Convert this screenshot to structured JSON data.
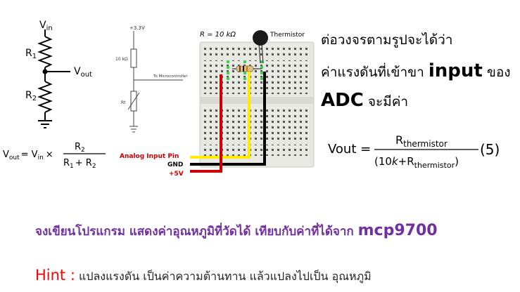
{
  "divider": {
    "vin_label": "V",
    "vin_sub": "in",
    "r1_label": "R",
    "r1_sub": "1",
    "r2_label": "R",
    "r2_sub": "2",
    "vout_label": "V",
    "vout_sub": "out",
    "eq_lhs": "V",
    "eq_lhs_sub": "out",
    "eq_mid": "= V",
    "eq_mid_sub": "in",
    "eq_times": "×",
    "eq_num": "R",
    "eq_num_sub": "2",
    "eq_den_a": "R",
    "eq_den_a_sub": "1",
    "eq_den_plus": "+ R",
    "eq_den_b_sub": "2"
  },
  "schematic": {
    "supply": "+3.3V",
    "resistor": "10 kΩ",
    "to_mcu": "To Microcontroller",
    "thermistor": "Rt"
  },
  "breadboard": {
    "r_label": "R = 10 kΩ",
    "thermistor_label": "Thermistor",
    "analog_pin": "Analog Input Pin",
    "gnd": "GND",
    "plus5v": "+5V",
    "colors": {
      "yellow": "#ffea00",
      "black": "#000000",
      "red": "#cc0000",
      "board": "#e9e9e4"
    }
  },
  "text": {
    "line1": "ต่อวงจรตามรูปจะได้ว่า",
    "line2_a": "ค่าแรงดันที่เข้าขา ",
    "line2_b": "input",
    "line2_c": " ของ",
    "line3_a": "ADC",
    "line3_b": " จะมีค่า"
  },
  "formula": {
    "lhs": "Vout =",
    "num": "R",
    "num_sub": "thermistor",
    "den_open": "(",
    "den_10k": "10",
    "den_k": "k",
    "den_plus": "+R",
    "den_sub": "thermistor",
    "den_close": ")",
    "tag": "(5)"
  },
  "task": {
    "text": "จงเขียนโปรแกรม แสดงค่าอุณหภูมิที่วัดได้  เทียบกับค่าที่ได้จาก ",
    "code": "mcp9700"
  },
  "hint": {
    "label": "Hint :",
    "text": " แปลงแรงดัน เป็นค่าความต้านทาน แล้วแปลงไปเป็น อุณหภูมิ"
  }
}
